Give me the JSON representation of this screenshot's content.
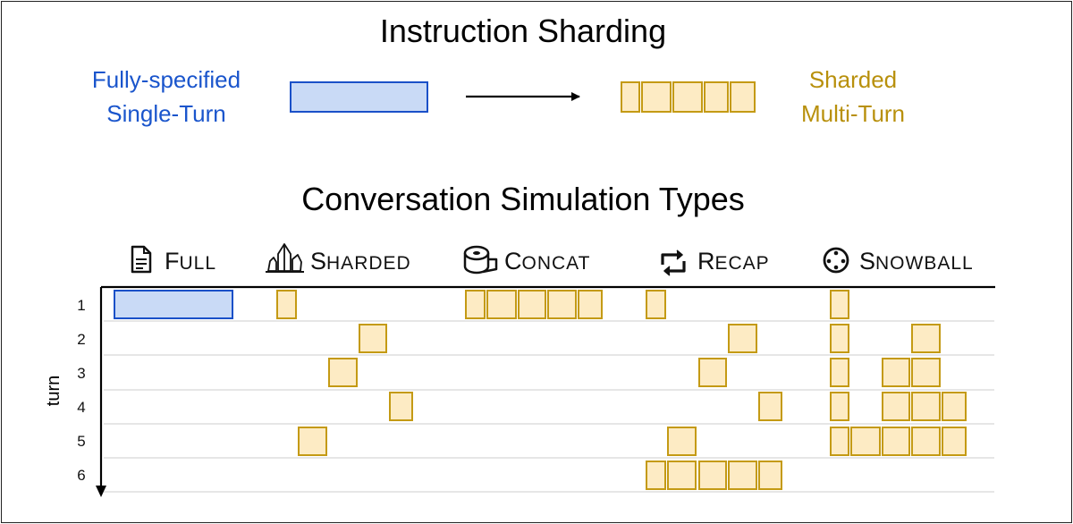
{
  "sharding": {
    "title": "Instruction Sharding",
    "left_label_line1": "Fully-specified",
    "left_label_line2": "Single-Turn",
    "right_label_line1": "Sharded",
    "right_label_line2": "Multi-Turn",
    "shard_count": 5
  },
  "simulation": {
    "title": "Conversation Simulation Types",
    "axis_label": "turn",
    "turns": [
      "1",
      "2",
      "3",
      "4",
      "5",
      "6"
    ],
    "types": [
      {
        "key": "full",
        "initial": "F",
        "rest": "ULL",
        "icon": "document-icon"
      },
      {
        "key": "sharded",
        "initial": "S",
        "rest": "HARDED",
        "icon": "crystals-icon"
      },
      {
        "key": "concat",
        "initial": "C",
        "rest": "ONCAT",
        "icon": "tape-icon"
      },
      {
        "key": "recap",
        "initial": "R",
        "rest": "ECAP",
        "icon": "repeat-icon"
      },
      {
        "key": "snowball",
        "initial": "S",
        "rest": "NOWBALL",
        "icon": "snowball-icon"
      }
    ]
  },
  "colors": {
    "full_spec_blue": "#1a55cc",
    "full_spec_fill": "#c9daf6",
    "shard_gold": "#c49a14",
    "shard_fill": "#fdebc4",
    "gold_text": "#b8900c"
  }
}
